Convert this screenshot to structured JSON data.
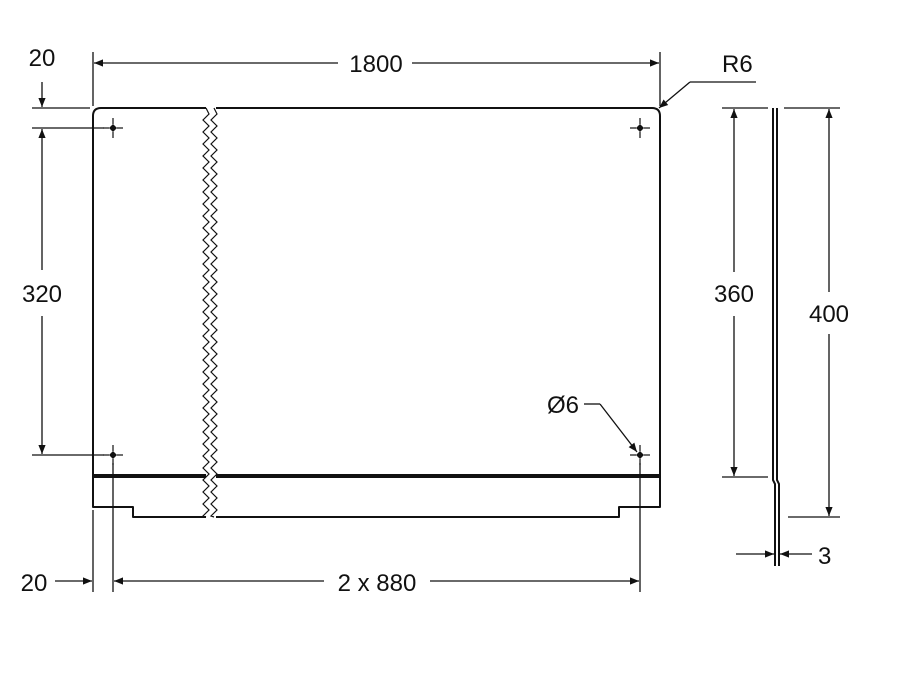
{
  "dimensions": {
    "width_total": "1800",
    "corner_radius": "R6",
    "top_offset": "20",
    "hole_spacing_vertical": "320",
    "side_height_inner": "360",
    "side_height_total": "400",
    "hole_diameter": "Ø6",
    "left_offset": "20",
    "hole_spacing_horizontal": "2 x 880",
    "thickness": "3"
  }
}
